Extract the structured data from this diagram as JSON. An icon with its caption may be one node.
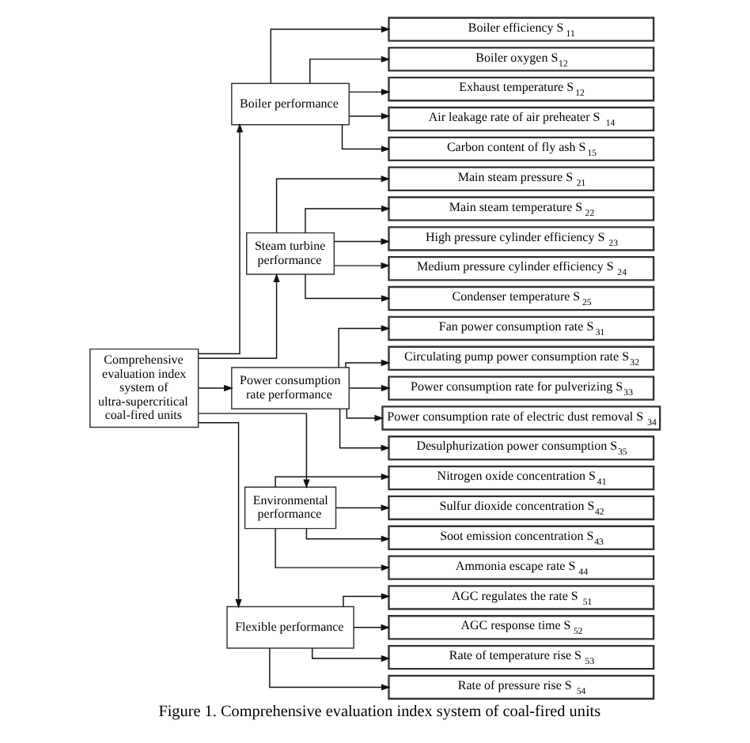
{
  "diagram": {
    "caption": "Figure 1. Comprehensive evaluation index system of coal-fired units",
    "nodes": [
      {
        "text": [
          "Comprehensive evaluation index system of ultra-supercritical coal-fired units"
        ]
      },
      {
        "text": [
          "Boiler performance"
        ]
      },
      {
        "text": [
          "Boiler efficiency S$_{11}$"
        ]
      },
      {
        "text": [
          "Boiler oxygen S$_{12}$"
        ]
      },
      {
        "text": [
          "Exhaust temperature S$_{12}$"
        ]
      },
      {
        "text": [
          "Air leakage rate of air preheater S$_{14}$"
        ]
      },
      {
        "text": [
          "Carbon content of fly ash S$_{15}$"
        ]
      },
      {
        "text": [
          "Steam turbine performance"
        ]
      },
      {
        "text": [
          "Main steam pressure S$_{21}$"
        ]
      },
      {
        "text": [
          "Main steam temperature S$_{22}$"
        ]
      },
      {
        "text": [
          "High pressure cylinder efficiency S$_{23}$"
        ]
      },
      {
        "text": [
          "Medium pressure cylinder efficiency S$_{24}$"
        ]
      },
      {
        "text": [
          "Condenser temperature S$_{25}$"
        ]
      },
      {
        "text": [
          "Power consumption rate performance"
        ]
      },
      {
        "text": [
          "Fan power consumption rate S$_{31}$"
        ]
      },
      {
        "text": [
          "Circulating pump power consumption rate S$_{32}$"
        ]
      },
      {
        "text": [
          "Power consumption rate for pulverizing S$_{33}$"
        ]
      },
      {
        "text": [
          "Power consumption rate of electric dust removal S$_{34}$"
        ]
      },
      {
        "text": [
          "Desulphurization power consumption S$_{35}$"
        ]
      },
      {
        "text": [
          "Environmental performance"
        ]
      },
      {
        "text": [
          "Nitrogen oxide concentration S$_{41}$"
        ]
      },
      {
        "text": [
          "Sulfur dioxide concentration S$_{42}$"
        ]
      },
      {
        "text": [
          "Soot emission concentration S$_{43}$"
        ]
      },
      {
        "text": [
          "Ammonia escape rate S$_{44}$"
        ]
      },
      {
        "text": [
          "Flexible performance"
        ]
      },
      {
        "text": [
          "AGC regulates the rate S$_{51}$"
        ]
      },
      {
        "text": [
          "AGC response time S$_{52}$"
        ]
      },
      {
        "text": [
          "Rate of temperature rise S$_{53}$"
        ]
      },
      {
        "text": [
          "Rate of pressure rise S$_{54}$"
        ]
      }
    ],
    "edges": [
      {
        "from": 0,
        "to": 1,
        "arrow": "to"
      },
      {
        "from": 0,
        "to": 7,
        "arrow": "to"
      },
      {
        "from": 0,
        "to": 13,
        "arrow": "to"
      },
      {
        "from": 0,
        "to": 19,
        "arrow": "to"
      },
      {
        "from": 0,
        "to": 24,
        "arrow": "to"
      },
      {
        "from": 1,
        "to": 2,
        "arrow": "to"
      },
      {
        "from": 1,
        "to": 3,
        "arrow": "to"
      },
      {
        "from": 1,
        "to": 4,
        "arrow": "to"
      },
      {
        "from": 1,
        "to": 5,
        "arrow": "to"
      },
      {
        "from": 1,
        "to": 6,
        "arrow": "to"
      },
      {
        "from": 7,
        "to": 8,
        "arrow": "to"
      },
      {
        "from": 7,
        "to": 9,
        "arrow": "to"
      },
      {
        "from": 7,
        "to": 10,
        "arrow": "to"
      },
      {
        "from": 7,
        "to": 11,
        "arrow": "to"
      },
      {
        "from": 7,
        "to": 12,
        "arrow": "to"
      },
      {
        "from": 13,
        "to": 14,
        "arrow": "to"
      },
      {
        "from": 13,
        "to": 15,
        "arrow": "to"
      },
      {
        "from": 13,
        "to": 16,
        "arrow": "to"
      },
      {
        "from": 13,
        "to": 17,
        "arrow": "to"
      },
      {
        "from": 13,
        "to": 18,
        "arrow": "to"
      },
      {
        "from": 19,
        "to": 20,
        "arrow": "to"
      },
      {
        "from": 19,
        "to": 21,
        "arrow": "to"
      },
      {
        "from": 19,
        "to": 22,
        "arrow": "to"
      },
      {
        "from": 19,
        "to": 23,
        "arrow": "to"
      },
      {
        "from": 24,
        "to": 25,
        "arrow": "to"
      },
      {
        "from": 24,
        "to": 26,
        "arrow": "to"
      },
      {
        "from": 24,
        "to": 27,
        "arrow": "to"
      },
      {
        "from": 24,
        "to": 28,
        "arrow": "to"
      }
    ]
  }
}
